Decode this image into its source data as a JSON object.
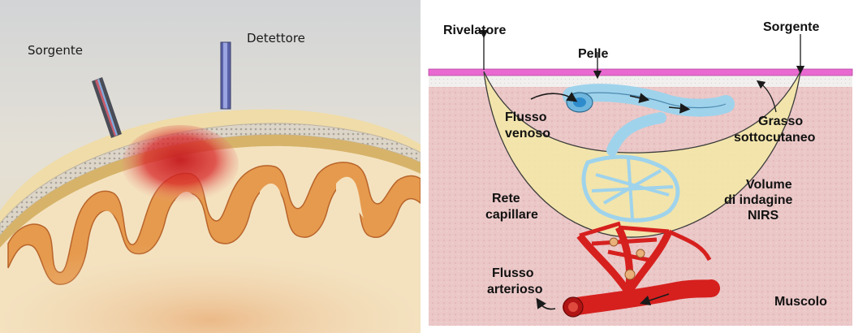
{
  "left": {
    "labels": {
      "source": "Sorgente",
      "detector": "Detettore"
    }
  },
  "right": {
    "labels": {
      "detector": "Rivelatore",
      "source": "Sorgente",
      "skin": "Pelle",
      "venous_flow_1": "Flusso",
      "venous_flow_2": "venoso",
      "fat_1": "Grasso",
      "fat_2": "sottocutaneo",
      "volume_1": "Volume",
      "volume_2": "di indagine",
      "volume_3": "NIRS",
      "capillary_1": "Rete",
      "capillary_2": "capillare",
      "arterial_flow_1": "Flusso",
      "arterial_flow_2": "arterioso",
      "muscle": "Muscolo"
    }
  },
  "colors": {
    "skin": "#e86ad0",
    "fat": "#f0eeee",
    "muscle": "#ebc7c7",
    "probe_volume": "#f3e9a6",
    "vein": "#9fd3ec",
    "artery": "#d6201e",
    "left_bg": "#efe3c5",
    "cortex": "#e9a35a"
  }
}
